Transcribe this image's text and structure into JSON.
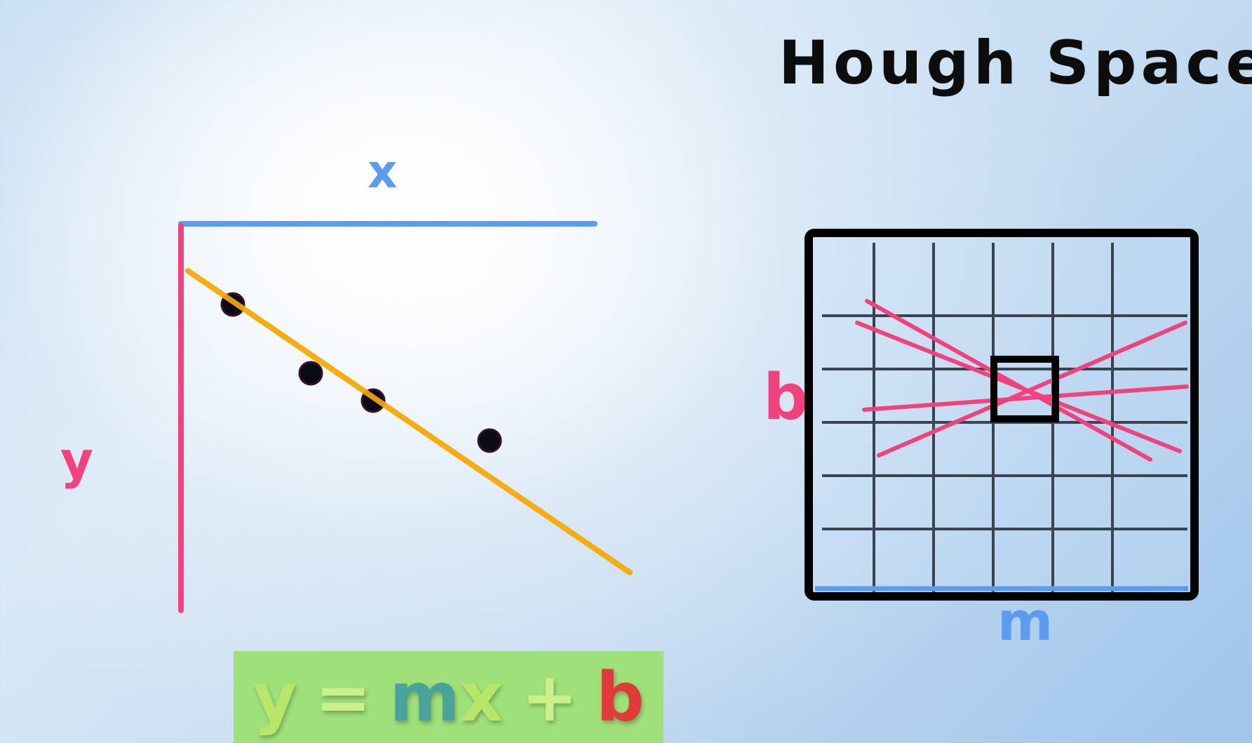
{
  "title": "Hough Space",
  "image_space": {
    "x_label": "x",
    "y_label": "y"
  },
  "hough_space": {
    "b_label": "b",
    "m_label": "m"
  },
  "equation": {
    "y": "y",
    "equals": "=",
    "m": "m",
    "x": "x",
    "plus": "+",
    "b": "b"
  },
  "colors": {
    "x_axis": "#5b9cf0",
    "y_axis": "#f2427d",
    "fit_line": "#f5ad0f",
    "points": "#0a0a14",
    "hough_lines": "#f2427d",
    "grid": "#3a4450",
    "grid_frame": "#000000",
    "equation_bg": "#9fe07a",
    "eq_y": "#b8e66a",
    "eq_equals": "#c9f08a",
    "eq_m": "#4aa39a",
    "eq_x": "#b8e66a",
    "eq_plus": "#c9f08a",
    "eq_b": "#e03a3a"
  }
}
